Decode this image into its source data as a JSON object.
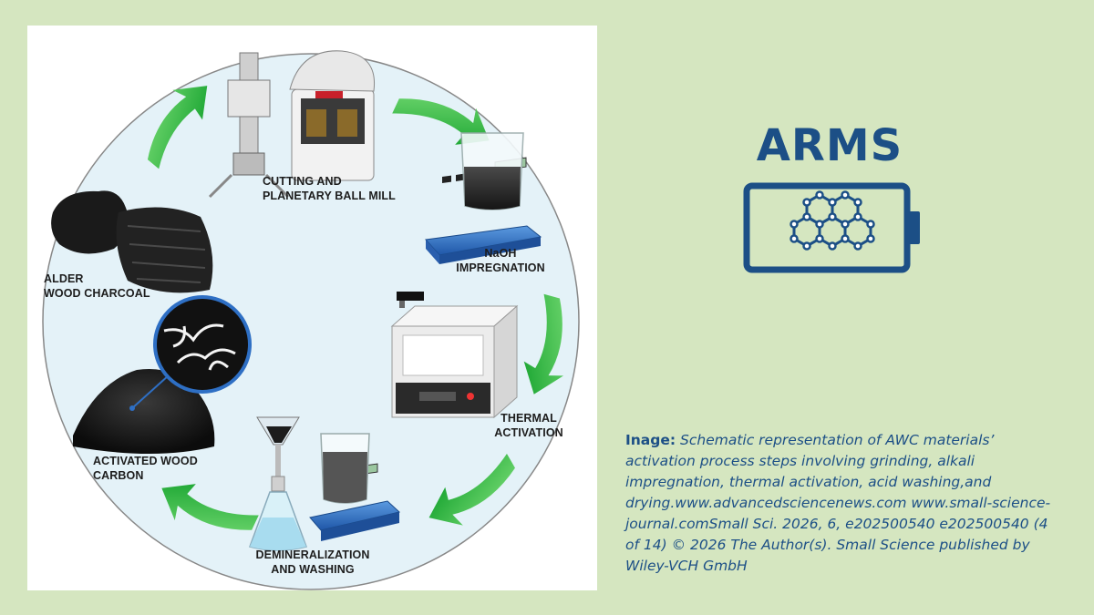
{
  "figure": {
    "steps": [
      {
        "id": "ball-mill",
        "label": "CUTTING AND\nPLANETARY BALL MILL"
      },
      {
        "id": "naoh",
        "label": "NaOH\nIMPREGNATION"
      },
      {
        "id": "thermal",
        "label": "THERMAL\nACTIVATION"
      },
      {
        "id": "demineral",
        "label": "DEMINERALIZATION\nAND WASHING"
      },
      {
        "id": "activated",
        "label": "ACTIVATED WOOD\nCARBON"
      },
      {
        "id": "alder",
        "label": "ALDER\nWOOD CHARCOAL"
      }
    ],
    "colors": {
      "circle_fill": "#e4f2f8",
      "arrow_green": "#22b83a",
      "instrument_blue": "#2e6fc4"
    }
  },
  "brand": {
    "title": "ARMS",
    "icon": "battery-graphene-icon",
    "color": "#1c4f86"
  },
  "caption": {
    "label": "Inage:",
    "text": "Schematic representation of AWC materials’ activation process steps involving grinding, alkali impregnation, thermal activation, acid washing,and drying.www.advancedsciencenews.com www.small-science-journal.comSmall Sci. 2026, 6, e202500540 e202500540 (4 of 14) © 2026 The Author(s). Small Science published by Wiley-VCH GmbH"
  },
  "page": {
    "background": "#d5e6c0"
  }
}
